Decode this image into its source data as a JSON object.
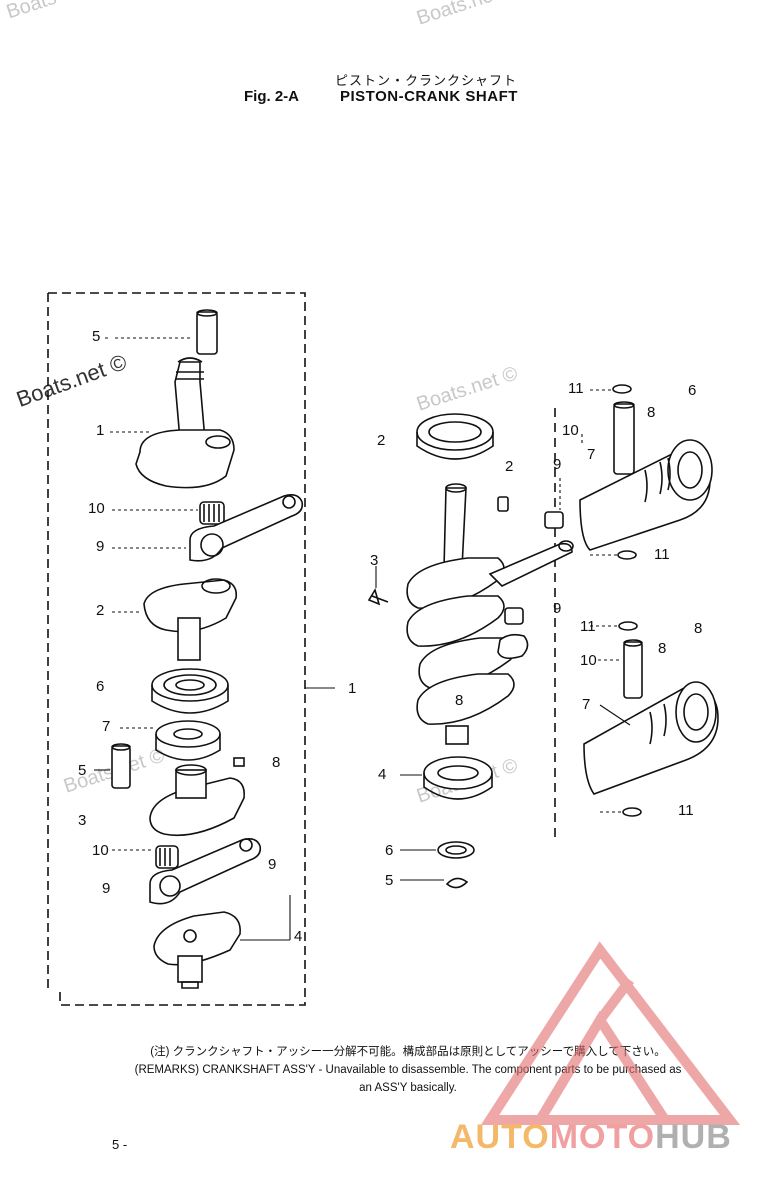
{
  "header": {
    "title_jp": "ピストン・クランクシャフト",
    "fig_label": "Fig. 2-A",
    "title_en": "PISTON-CRANK SHAFT"
  },
  "watermarks": {
    "main": "Boats.net ©",
    "faded": [
      "Boats",
      "Boats.net ©",
      "Boats.net ©",
      "Boats.net ©",
      "Boats.net ©"
    ]
  },
  "callouts": {
    "left": [
      "5",
      "1",
      "10",
      "9",
      "2",
      "6",
      "7",
      "8",
      "5",
      "3",
      "10",
      "9",
      "4"
    ],
    "group": "1",
    "right": [
      "2",
      "2",
      "9",
      "3",
      "4",
      "6",
      "5",
      "8",
      "9",
      "11",
      "10",
      "7",
      "6",
      "8",
      "11",
      "11",
      "8",
      "10",
      "8",
      "7",
      "11",
      "9"
    ]
  },
  "remarks": {
    "jp": "(注) クランクシャフト・アッシー一分解不可能。構成部品は原則としてアッシーで購入して下さい。",
    "en_line1": "(REMARKS) CRANKSHAFT ASS'Y - Unavailable to disassemble. The component parts to be purchased as",
    "en_line2": "an ASS'Y basically."
  },
  "page_number": "5 -",
  "logo": {
    "part1": "AUTO",
    "part2": "MOTO",
    "part3": "HUB"
  }
}
